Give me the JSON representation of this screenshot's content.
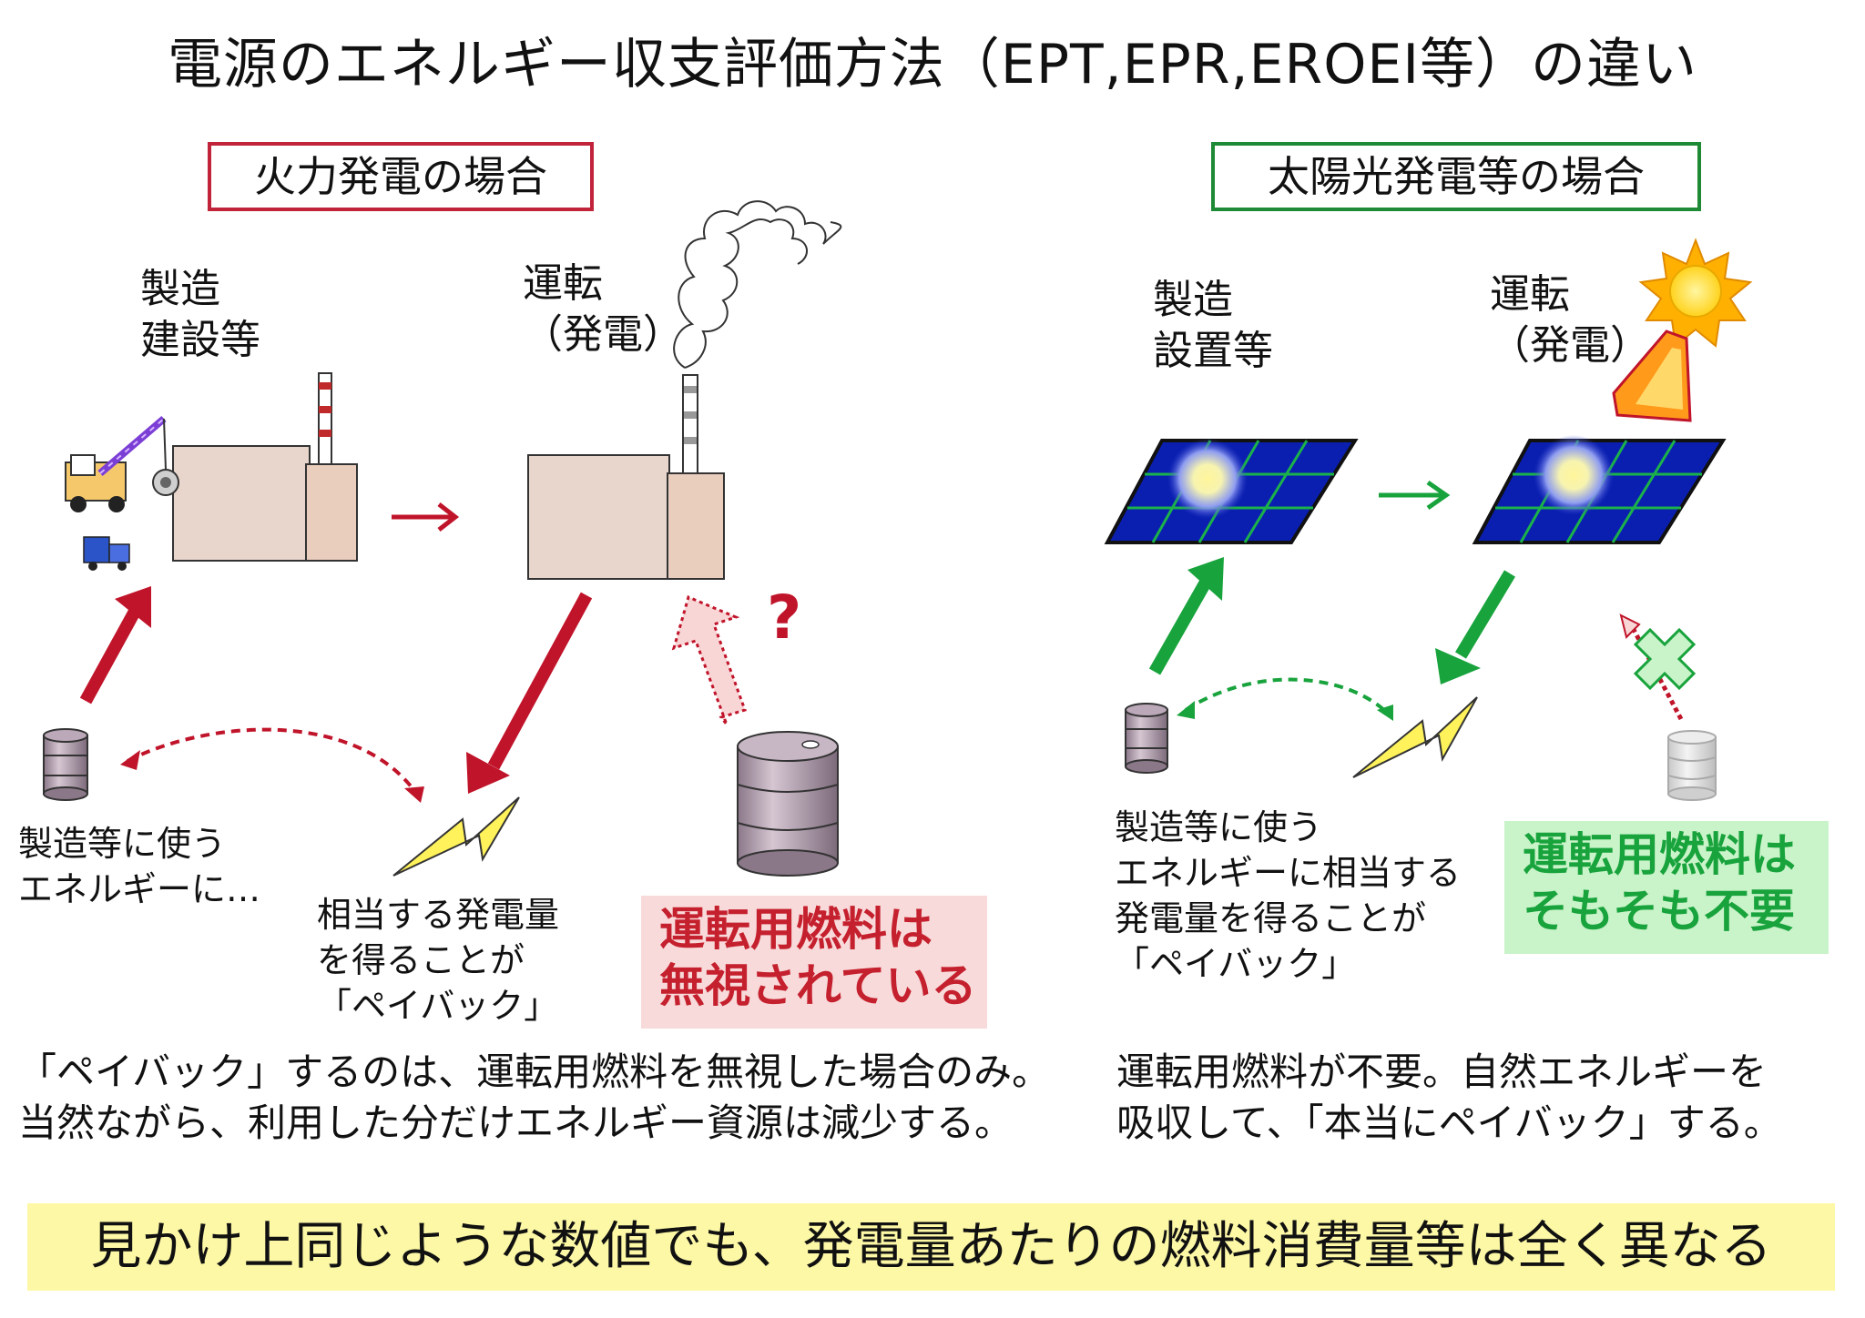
{
  "title": "電源のエネルギー収支評価方法（EPT,EPR,EROEI等）の違い",
  "left": {
    "case_label": "火力発電の場合",
    "manufacture_label": "製造\n建設等",
    "operation_label": "運転\n（発電）",
    "question_mark": "?",
    "energy_use_label": "製造等に使う\nエネルギーに…",
    "payback_label": "相当する発電量\nを得ることが\n「ペイバック」",
    "fuel_ignored_label": "運転用燃料は\n無視されている",
    "caption": "「ペイバック」するのは、運転用燃料を無視した場合のみ。\n当然ながら、利用した分だけエネルギー資源は減少する。"
  },
  "right": {
    "case_label": "太陽光発電等の場合",
    "manufacture_label": "製造\n設置等",
    "operation_label": "運転\n（発電）",
    "payback_label": "製造等に使う\nエネルギーに相当する\n発電量を得ることが\n「ペイバック」",
    "fuel_unneeded_label": "運転用燃料は\nそもそも不要",
    "caption": "運転用燃料が不要。自然エネルギーを\n吸収して、「本当にペイバック」する。"
  },
  "footer": "見かけ上同じような数値でも、発電量あたりの燃料消費量等は全く異なる",
  "colors": {
    "red": "#c0142a",
    "green": "#18a33c",
    "footer_bg": "#fdf8a6",
    "red_box_bg": "#f8dada",
    "green_box_bg": "#c9f3c9",
    "panel_blue": "#0a1fb0",
    "factory": "#e8d6cc"
  },
  "icons": [
    "crane-icon",
    "truck-icon",
    "factory-icon",
    "smoke-icon",
    "oil-drum-icon",
    "lightning-icon",
    "sun-icon",
    "solar-panel-icon",
    "cross-mark-icon"
  ]
}
